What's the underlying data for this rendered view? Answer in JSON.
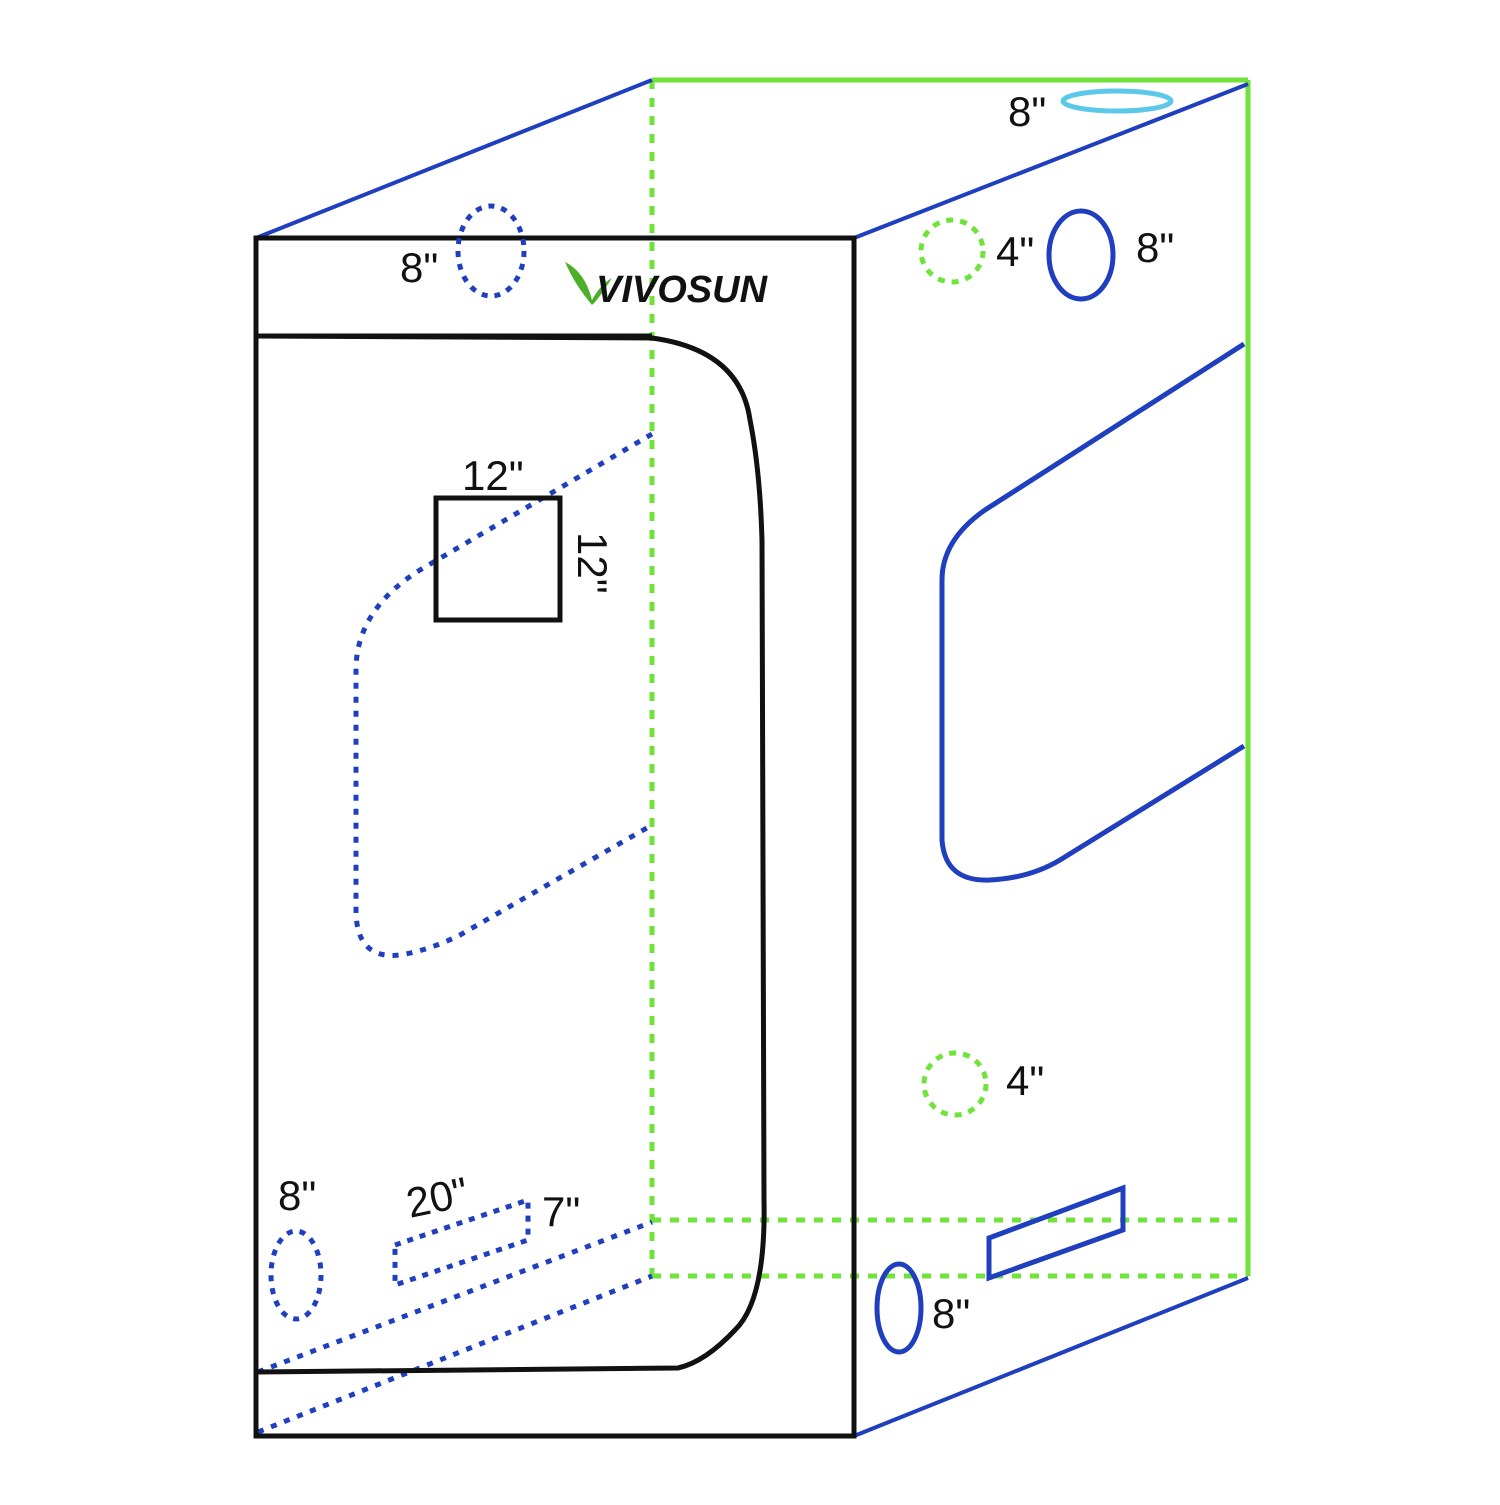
{
  "brand": {
    "name": "VIVOSUN"
  },
  "labels": {
    "top_vent": "8\"",
    "left_top_vent": "8\"",
    "right_upper_small_vent": "4\"",
    "right_upper_large_vent": "8\"",
    "window_width": "12\"",
    "window_height": "12\"",
    "right_lower_small_vent": "4\"",
    "left_bottom_vent": "8\"",
    "bottom_slot_width": "20\"",
    "bottom_slot_height": "7\"",
    "right_bottom_vent": "8\""
  },
  "colors": {
    "front_outline": "#111111",
    "side_outline": "#1f3fbf",
    "hidden_edge": "#6fe33a",
    "top_vent": "#5cc8e8",
    "logo_leaf": "#4caf2a",
    "background": "#ffffff"
  }
}
